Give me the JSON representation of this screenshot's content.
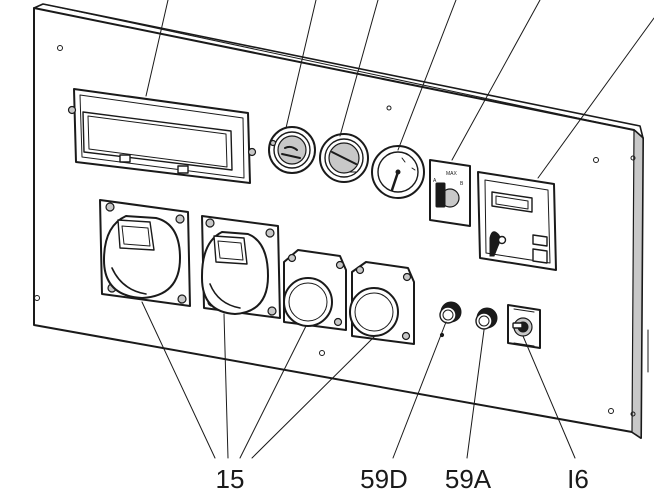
{
  "labels": {
    "sockets": "15",
    "left_breaker": "59D",
    "right_breaker": "59A",
    "key_switch": "I6"
  },
  "switch_text": {
    "top": "MAX",
    "left": "A",
    "right": "B"
  }
}
